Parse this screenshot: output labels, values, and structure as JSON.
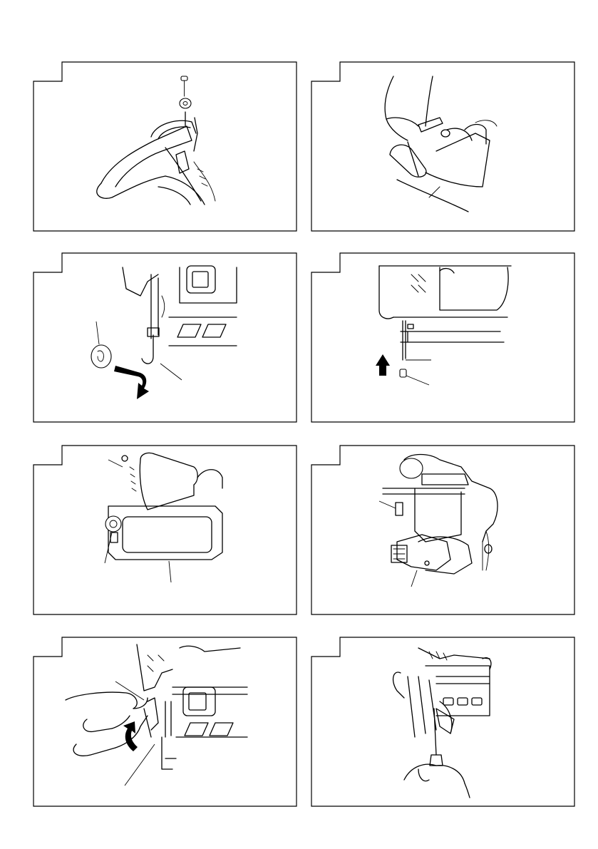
{
  "page": {
    "figures": [
      {
        "id": "fig-1",
        "content": "screw-and-grip-hook-assembly"
      },
      {
        "id": "fig-2",
        "content": "hands-adjusting-hook-with-screwdriver"
      },
      {
        "id": "fig-3",
        "content": "nose-cap-removal-with-arrow"
      },
      {
        "id": "fig-4",
        "content": "driver-blade-and-cap-with-up-arrow"
      },
      {
        "id": "fig-5",
        "content": "magazine-side-cover-and-knob"
      },
      {
        "id": "fig-6",
        "content": "tool-rear-view-with-callouts"
      },
      {
        "id": "fig-7",
        "content": "hand-opening-latch-with-curved-arrow"
      },
      {
        "id": "fig-8",
        "content": "screwdriver-adjusting-nose-assembly"
      }
    ]
  }
}
